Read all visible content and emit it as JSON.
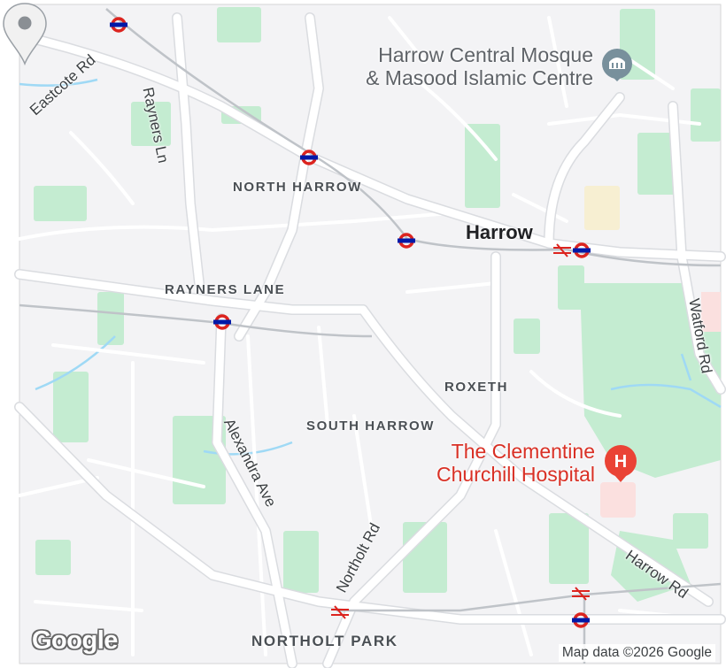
{
  "map": {
    "provider_logo": "Google",
    "attribution": "Map data ©2026 Google",
    "town": "Harrow",
    "districts": {
      "north_harrow": "NORTH HARROW",
      "rayners_lane": "RAYNERS LANE",
      "roxeth": "ROXETH",
      "south_harrow": "SOUTH HARROW",
      "northolt_park": "NORTHOLT PARK"
    },
    "roads": {
      "eastcote_rd": "Eastcote Rd",
      "rayners_ln": "Rayners Ln",
      "alexandra_ave": "Alexandra Ave",
      "northolt_rd": "Northolt Rd",
      "watford_rd": "Watford Rd",
      "harrow_rd": "Harrow Rd"
    },
    "pois": {
      "mosque_line1": "Harrow Central Mosque",
      "mosque_line2": "& Masood Islamic Centre",
      "hospital_line1": "The Clementine",
      "hospital_line2": "Churchill Hospital",
      "mosque_icon": "mosque-icon",
      "hospital_icon_letter": "H"
    },
    "icons": {
      "underground": "underground-roundel-icon",
      "rail": "national-rail-icon",
      "marker": "location-pin-icon"
    },
    "colors": {
      "land": "#f3f3f5",
      "road": "#ffffff",
      "road_casing": "#dadce0",
      "park": "#c4ecd1",
      "water": "#9fd9f5",
      "underground_red": "#dc241f",
      "underground_blue": "#0019a8",
      "hospital": "#ea4335",
      "mosque": "#78909c"
    }
  }
}
